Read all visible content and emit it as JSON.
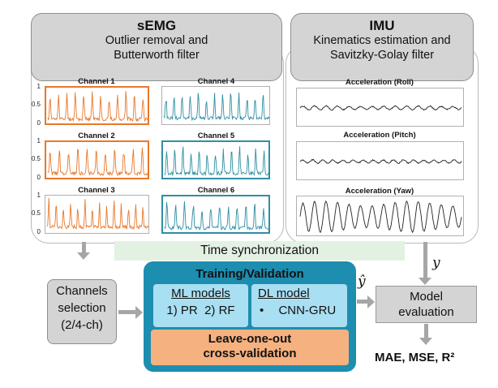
{
  "semg": {
    "title": "sEMG",
    "subtitle1": "Outlier removal and",
    "subtitle2": "Butterworth filter",
    "channels": [
      "Channel 1",
      "Channel 2",
      "Channel 3",
      "Channel 4",
      "Channel 5",
      "Channel 6"
    ],
    "yticks": [
      "1",
      "0.5",
      "0"
    ],
    "colors": {
      "orange": "#e8782a",
      "blue": "#2e8fa3"
    }
  },
  "imu": {
    "title": "IMU",
    "subtitle1": "Kinematics estimation and",
    "subtitle2": "Savitzky-Golay filter",
    "plots": [
      "Acceleration (Roll)",
      "Acceleration (Pitch)",
      "Acceleration (Yaw)"
    ]
  },
  "sync": {
    "label": "Time synchronization",
    "color": "#e3f1e3"
  },
  "channels_selection": {
    "line1": "Channels",
    "line2": "selection",
    "line3": "(2/4-ch)"
  },
  "training": {
    "title": "Training/Validation",
    "ml_title": "ML models",
    "ml_items": "1) PR  2) RF",
    "dl_title": "DL model",
    "dl_bullet": "•",
    "dl_items": "CNN-GRU",
    "loo_line1": "Leave-one-out",
    "loo_line2": "cross-validation",
    "colors": {
      "outer": "#1d8db0",
      "inner": "#a9dff2",
      "loo": "#f5b17f"
    }
  },
  "yhat_label": "ŷ",
  "y_label": "y",
  "model_eval": {
    "line1": "Model",
    "line2": "evaluation"
  },
  "metrics": "MAE, MSE, R²"
}
